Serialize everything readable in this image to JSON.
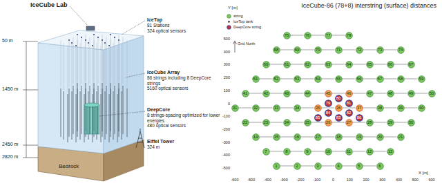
{
  "diagram": {
    "nodes": [
      {
        "text": [
          "1"
        ]
      },
      {
        "text": [
          "2"
        ]
      },
      {
        "text": [
          "3"
        ]
      },
      {
        "text": [
          "4"
        ]
      },
      {
        "text": [
          "5"
        ]
      },
      {
        "text": [
          "6"
        ]
      },
      {
        "text": [
          "7"
        ]
      },
      {
        "text": [
          "8"
        ]
      },
      {
        "text": [
          "9"
        ]
      },
      {
        "text": [
          "10"
        ]
      },
      {
        "text": [
          "11"
        ]
      },
      {
        "text": [
          "12"
        ]
      },
      {
        "text": [
          "13"
        ]
      },
      {
        "text": [
          "14"
        ]
      },
      {
        "text": [
          "15"
        ]
      },
      {
        "text": [
          "16"
        ]
      },
      {
        "text": [
          "17"
        ]
      },
      {
        "text": [
          "18"
        ]
      },
      {
        "text": [
          "19"
        ]
      },
      {
        "text": [
          "20"
        ]
      },
      {
        "text": [
          "21"
        ]
      },
      {
        "text": [
          "22"
        ]
      },
      {
        "text": [
          "23"
        ]
      },
      {
        "text": [
          "24"
        ]
      },
      {
        "text": [
          "25"
        ]
      },
      {
        "text": [
          "26"
        ]
      },
      {
        "text": [
          "27"
        ]
      },
      {
        "text": [
          "28"
        ]
      },
      {
        "text": [
          "29"
        ]
      },
      {
        "text": [
          "30"
        ]
      },
      {
        "text": [
          "31"
        ]
      },
      {
        "text": [
          "32"
        ]
      },
      {
        "text": [
          "33"
        ]
      },
      {
        "text": [
          "34"
        ]
      },
      {
        "text": [
          "35"
        ]
      },
      {
        "text": [
          "36"
        ]
      },
      {
        "text": [
          "37"
        ]
      },
      {
        "text": [
          "38"
        ]
      },
      {
        "text": [
          "39"
        ]
      },
      {
        "text": [
          "40"
        ]
      },
      {
        "text": [
          "41"
        ]
      },
      {
        "text": [
          "42"
        ]
      },
      {
        "text": [
          "43"
        ]
      },
      {
        "text": [
          "44"
        ]
      },
      {
        "text": [
          "45"
        ]
      },
      {
        "text": [
          "46"
        ]
      },
      {
        "text": [
          "47"
        ]
      },
      {
        "text": [
          "48"
        ]
      },
      {
        "text": [
          "49"
        ]
      },
      {
        "text": [
          "50"
        ]
      },
      {
        "text": [
          "51"
        ]
      },
      {
        "text": [
          "52"
        ]
      },
      {
        "text": [
          "53"
        ]
      },
      {
        "text": [
          "54"
        ]
      },
      {
        "text": [
          "55"
        ]
      },
      {
        "text": [
          "56"
        ]
      },
      {
        "text": [
          "57"
        ]
      },
      {
        "text": [
          "58"
        ]
      },
      {
        "text": [
          "59"
        ]
      },
      {
        "text": [
          "60"
        ]
      },
      {
        "text": [
          "61"
        ]
      },
      {
        "text": [
          "62"
        ]
      },
      {
        "text": [
          "63"
        ]
      },
      {
        "text": [
          "64"
        ]
      },
      {
        "text": [
          "65"
        ]
      },
      {
        "text": [
          "66"
        ]
      },
      {
        "text": [
          "67"
        ]
      },
      {
        "text": [
          "68"
        ]
      },
      {
        "text": [
          "69"
        ]
      },
      {
        "text": [
          "70"
        ]
      },
      {
        "text": [
          "71"
        ]
      },
      {
        "text": [
          "72"
        ]
      },
      {
        "text": [
          "73"
        ]
      },
      {
        "text": [
          "74"
        ]
      },
      {
        "text": [
          "75"
        ]
      },
      {
        "text": [
          "76"
        ]
      },
      {
        "text": [
          "77"
        ]
      },
      {
        "text": [
          "78"
        ]
      },
      {
        "text": [
          "79"
        ]
      },
      {
        "text": [
          "80"
        ]
      },
      {
        "text": [
          "81"
        ]
      },
      {
        "text": [
          "82"
        ]
      },
      {
        "text": [
          "83"
        ]
      },
      {
        "text": [
          "84"
        ]
      },
      {
        "text": [
          "85"
        ]
      },
      {
        "text": [
          "86"
        ]
      }
    ],
    "edges": [
      {
        "from": 0,
        "to": 1,
        "arrow": "none"
      },
      {
        "from": 1,
        "to": 2,
        "arrow": "none"
      },
      {
        "from": 2,
        "to": 3,
        "arrow": "none"
      },
      {
        "from": 3,
        "to": 4,
        "arrow": "none"
      },
      {
        "from": 4,
        "to": 5,
        "arrow": "none"
      },
      {
        "from": 6,
        "to": 7,
        "arrow": "none"
      },
      {
        "from": 7,
        "to": 8,
        "arrow": "none"
      },
      {
        "from": 8,
        "to": 9,
        "arrow": "none"
      },
      {
        "from": 9,
        "to": 10,
        "arrow": "none"
      },
      {
        "from": 10,
        "to": 11,
        "arrow": "none"
      },
      {
        "from": 11,
        "to": 12,
        "arrow": "none"
      },
      {
        "from": 13,
        "to": 14,
        "arrow": "none"
      },
      {
        "from": 14,
        "to": 15,
        "arrow": "none"
      },
      {
        "from": 15,
        "to": 16,
        "arrow": "none"
      },
      {
        "from": 16,
        "to": 17,
        "arrow": "none"
      },
      {
        "from": 17,
        "to": 18,
        "arrow": "none"
      },
      {
        "from": 18,
        "to": 19,
        "arrow": "none"
      },
      {
        "from": 19,
        "to": 20,
        "arrow": "none"
      },
      {
        "from": 21,
        "to": 22,
        "arrow": "none"
      },
      {
        "from": 22,
        "to": 23,
        "arrow": "none"
      },
      {
        "from": 23,
        "to": 24,
        "arrow": "none"
      },
      {
        "from": 24,
        "to": 25,
        "arrow": "none"
      },
      {
        "from": 25,
        "to": 26,
        "arrow": "none"
      },
      {
        "from": 26,
        "to": 27,
        "arrow": "none"
      },
      {
        "from": 27,
        "to": 28,
        "arrow": "none"
      },
      {
        "from": 28,
        "to": 29,
        "arrow": "none"
      },
      {
        "from": 30,
        "to": 31,
        "arrow": "none"
      },
      {
        "from": 31,
        "to": 32,
        "arrow": "none"
      },
      {
        "from": 32,
        "to": 33,
        "arrow": "none"
      },
      {
        "from": 33,
        "to": 34,
        "arrow": "none"
      },
      {
        "from": 34,
        "to": 35,
        "arrow": "none"
      },
      {
        "from": 35,
        "to": 36,
        "arrow": "none"
      },
      {
        "from": 36,
        "to": 37,
        "arrow": "none"
      },
      {
        "from": 37,
        "to": 38,
        "arrow": "none"
      },
      {
        "from": 38,
        "to": 39,
        "arrow": "none"
      },
      {
        "from": 40,
        "to": 41,
        "arrow": "none"
      },
      {
        "from": 41,
        "to": 42,
        "arrow": "none"
      },
      {
        "from": 42,
        "to": 43,
        "arrow": "none"
      },
      {
        "from": 43,
        "to": 44,
        "arrow": "none"
      },
      {
        "from": 44,
        "to": 45,
        "arrow": "none"
      },
      {
        "from": 45,
        "to": 46,
        "arrow": "none"
      },
      {
        "from": 46,
        "to": 47,
        "arrow": "none"
      },
      {
        "from": 47,
        "to": 48,
        "arrow": "none"
      },
      {
        "from": 48,
        "to": 49,
        "arrow": "none"
      },
      {
        "from": 50,
        "to": 51,
        "arrow": "none"
      },
      {
        "from": 51,
        "to": 52,
        "arrow": "none"
      },
      {
        "from": 52,
        "to": 53,
        "arrow": "none"
      },
      {
        "from": 53,
        "to": 54,
        "arrow": "none"
      },
      {
        "from": 54,
        "to": 55,
        "arrow": "none"
      },
      {
        "from": 55,
        "to": 56,
        "arrow": "none"
      },
      {
        "from": 56,
        "to": 57,
        "arrow": "none"
      },
      {
        "from": 57,
        "to": 58,
        "arrow": "none"
      },
      {
        "from": 59,
        "to": 60,
        "arrow": "none"
      },
      {
        "from": 60,
        "to": 61,
        "arrow": "none"
      },
      {
        "from": 61,
        "to": 62,
        "arrow": "none"
      },
      {
        "from": 62,
        "to": 63,
        "arrow": "none"
      },
      {
        "from": 63,
        "to": 64,
        "arrow": "none"
      },
      {
        "from": 64,
        "to": 65,
        "arrow": "none"
      },
      {
        "from": 65,
        "to": 66,
        "arrow": "none"
      },
      {
        "from": 67,
        "to": 68,
        "arrow": "none"
      },
      {
        "from": 68,
        "to": 69,
        "arrow": "none"
      },
      {
        "from": 69,
        "to": 70,
        "arrow": "none"
      },
      {
        "from": 70,
        "to": 71,
        "arrow": "none"
      },
      {
        "from": 71,
        "to": 72,
        "arrow": "none"
      },
      {
        "from": 72,
        "to": 73,
        "arrow": "none"
      },
      {
        "from": 74,
        "to": 75,
        "arrow": "none"
      },
      {
        "from": 75,
        "to": 76,
        "arrow": "none"
      },
      {
        "from": 76,
        "to": 77,
        "arrow": "none"
      }
    ],
    "labels": [
      "IceCube Lab",
      "IceTop",
      "81 Stations",
      "324 optical sensors",
      "50 m",
      "IceCube Array",
      "86 strings including 8 DeepCore strings",
      "5160 optical sensors",
      "1450 m",
      "DeepCore",
      "8 strings-spacing optimized for lower energies",
      "480 optical sensors",
      "Eiffel Tower",
      "324 m",
      "2450 m",
      "2820 m",
      "Bedrock",
      "IceCube-86 (78+8) interstring (surface) distances",
      "Grid North",
      "Y [m]",
      "X [m]",
      "500",
      "400",
      "300",
      "200",
      "100",
      "0",
      "-100",
      "-200",
      "-300",
      "-400",
      "-500",
      "-600",
      "-500",
      "-400",
      "-300",
      "-200",
      "-100",
      "0",
      "100",
      "200",
      "300",
      "400",
      "500",
      "600"
    ],
    "legend": [
      {
        "text": "string"
      },
      {
        "text": "IceTop tank"
      },
      {
        "text": "DeepCore string"
      }
    ]
  }
}
